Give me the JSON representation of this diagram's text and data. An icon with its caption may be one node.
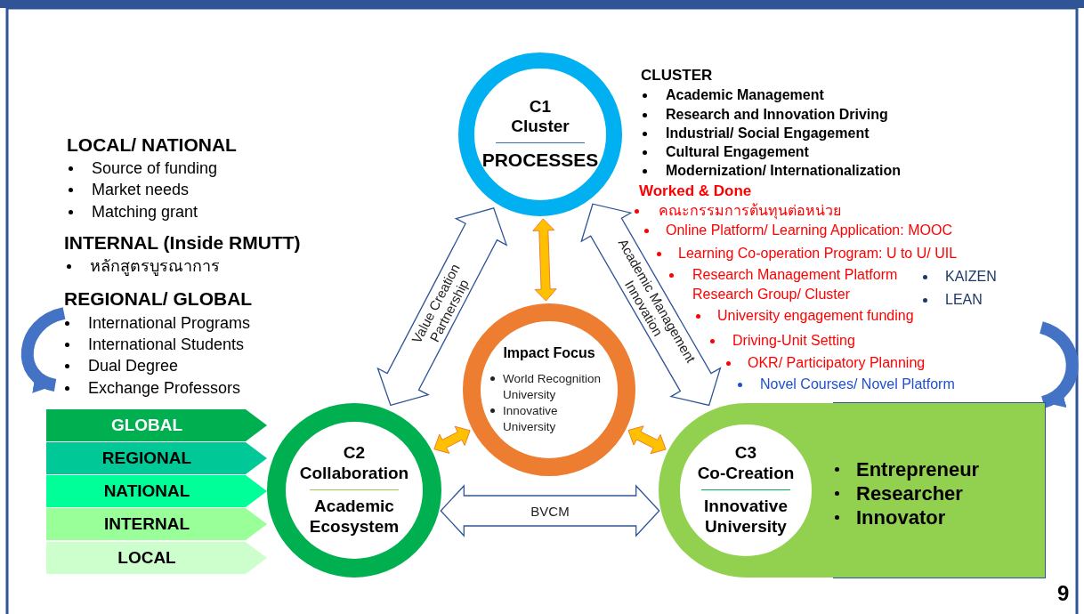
{
  "diagram": {
    "nodes": [
      {
        "text": [
          "C1 Cluster",
          "PROCESSES"
        ]
      },
      {
        "text": [
          "Impact Focus",
          "World Recognition University",
          "Innovative University"
        ]
      },
      {
        "text": [
          "C2 Collaboration",
          "Academic Ecosystem"
        ]
      },
      {
        "text": [
          "C3 Co-Creation",
          "Innovative University"
        ]
      },
      {
        "text": [
          "Entrepreneur",
          "Researcher",
          "Innovator"
        ]
      },
      {
        "text": [
          "GLOBAL"
        ]
      },
      {
        "text": [
          "REGIONAL"
        ]
      },
      {
        "text": [
          "NATIONAL"
        ]
      },
      {
        "text": [
          "INTERNAL"
        ]
      },
      {
        "text": [
          "LOCAL"
        ]
      }
    ],
    "edges": [
      {
        "from": 2,
        "to": 0,
        "arrow": "both",
        "label": "Value Creation Partnership"
      },
      {
        "from": 0,
        "to": 3,
        "arrow": "both",
        "label": "Academic Management Innovation"
      },
      {
        "from": 2,
        "to": 3,
        "arrow": "both",
        "label": "BVCM"
      },
      {
        "from": 1,
        "to": 0,
        "arrow": "both",
        "style": "thick",
        "color": "#ffc000"
      },
      {
        "from": 1,
        "to": 2,
        "arrow": "both",
        "style": "thick",
        "color": "#ffc000"
      },
      {
        "from": 1,
        "to": 3,
        "arrow": "both",
        "style": "thick",
        "color": "#ffc000"
      },
      {
        "from": null,
        "to": 4,
        "arrow": "to",
        "color": "#4472c4"
      }
    ],
    "labels": [
      "CLUSTER",
      "Academic Management",
      "Research and Innovation Driving",
      "Industrial/ Social Engagement",
      "Cultural Engagement",
      "Modernization/ Internationalization",
      "Worked & Done",
      "คณะกรรมการต้นทุนต่อหน่วย",
      "Online Platform/ Learning Application: MOOC",
      "Learning Co-operation Program: U to U/ UIL",
      "Research Management Platform Research Group/ Cluster",
      "KAIZEN",
      "LEAN",
      "University engagement funding",
      "Driving-Unit Setting",
      "OKR/ Participatory Planning",
      "Novel Courses/ Novel Platform",
      "LOCAL/ NATIONAL",
      "Source of funding",
      "Market needs",
      "Matching grant",
      "INTERNAL (Inside RMUTT)",
      "หลักสูตรบูรณาการ",
      "REGIONAL/ GLOBAL",
      "International Programs",
      "International Students",
      "Dual Degree",
      "Exchange Professors",
      "9"
    ]
  }
}
